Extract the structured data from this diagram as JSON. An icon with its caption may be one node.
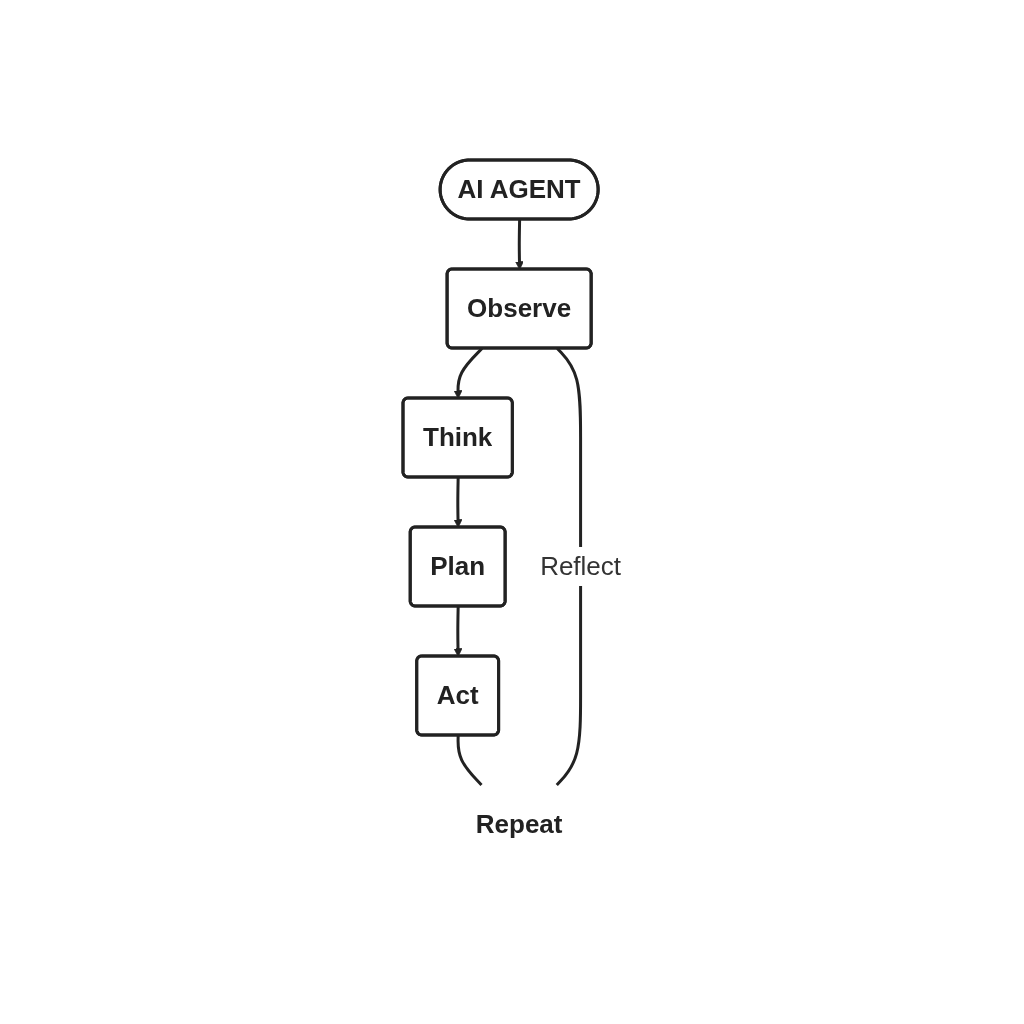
{
  "diagram": {
    "nodes": [
      {
        "text": [
          "AI AGENT"
        ]
      },
      {
        "text": [
          "Observe"
        ]
      },
      {
        "text": [
          "Think"
        ]
      },
      {
        "text": [
          "Plan"
        ]
      },
      {
        "text": [
          "Act"
        ]
      },
      {
        "text": [
          "Repeat"
        ]
      }
    ],
    "edges": [
      {
        "from": 0,
        "to": 1,
        "arrow": "to"
      },
      {
        "from": 1,
        "to": 2,
        "arrow": "to"
      },
      {
        "from": 2,
        "to": 3,
        "arrow": "to"
      },
      {
        "from": 3,
        "to": 4,
        "arrow": "to"
      },
      {
        "from": 4,
        "to": 5,
        "arrow": "none"
      },
      {
        "from": 5,
        "to": 1,
        "arrow": "none",
        "label": "Reflect"
      }
    ]
  }
}
